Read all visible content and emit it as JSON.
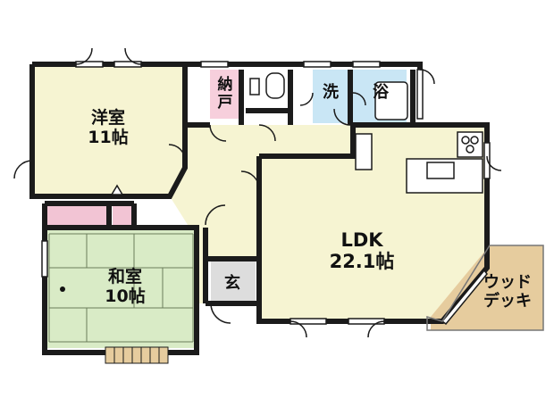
{
  "rooms": {
    "youshitsu": {
      "name": "洋室",
      "size": "11帖"
    },
    "washitsu": {
      "name": "和室",
      "size": "10帖"
    },
    "ldk": {
      "name": "LDK",
      "size": "22.1帖"
    },
    "nando": {
      "line1": "納",
      "line2": "戸"
    },
    "sentaku": {
      "name": "洗"
    },
    "yokushitsu": {
      "name": "浴"
    },
    "genkan": {
      "name": "玄"
    },
    "deck": {
      "line1": "ウッド",
      "line2": "デッキ"
    }
  },
  "colors": {
    "floor": "#f6f4d2",
    "washitsu": "#d9ebc6",
    "nando": "#f7cfdc",
    "closet": "#f2c4d4",
    "wet": "#c9e6f5",
    "genkan": "#dddddd",
    "deck": "#e6cc9e",
    "wall": "#1b1b1b"
  }
}
